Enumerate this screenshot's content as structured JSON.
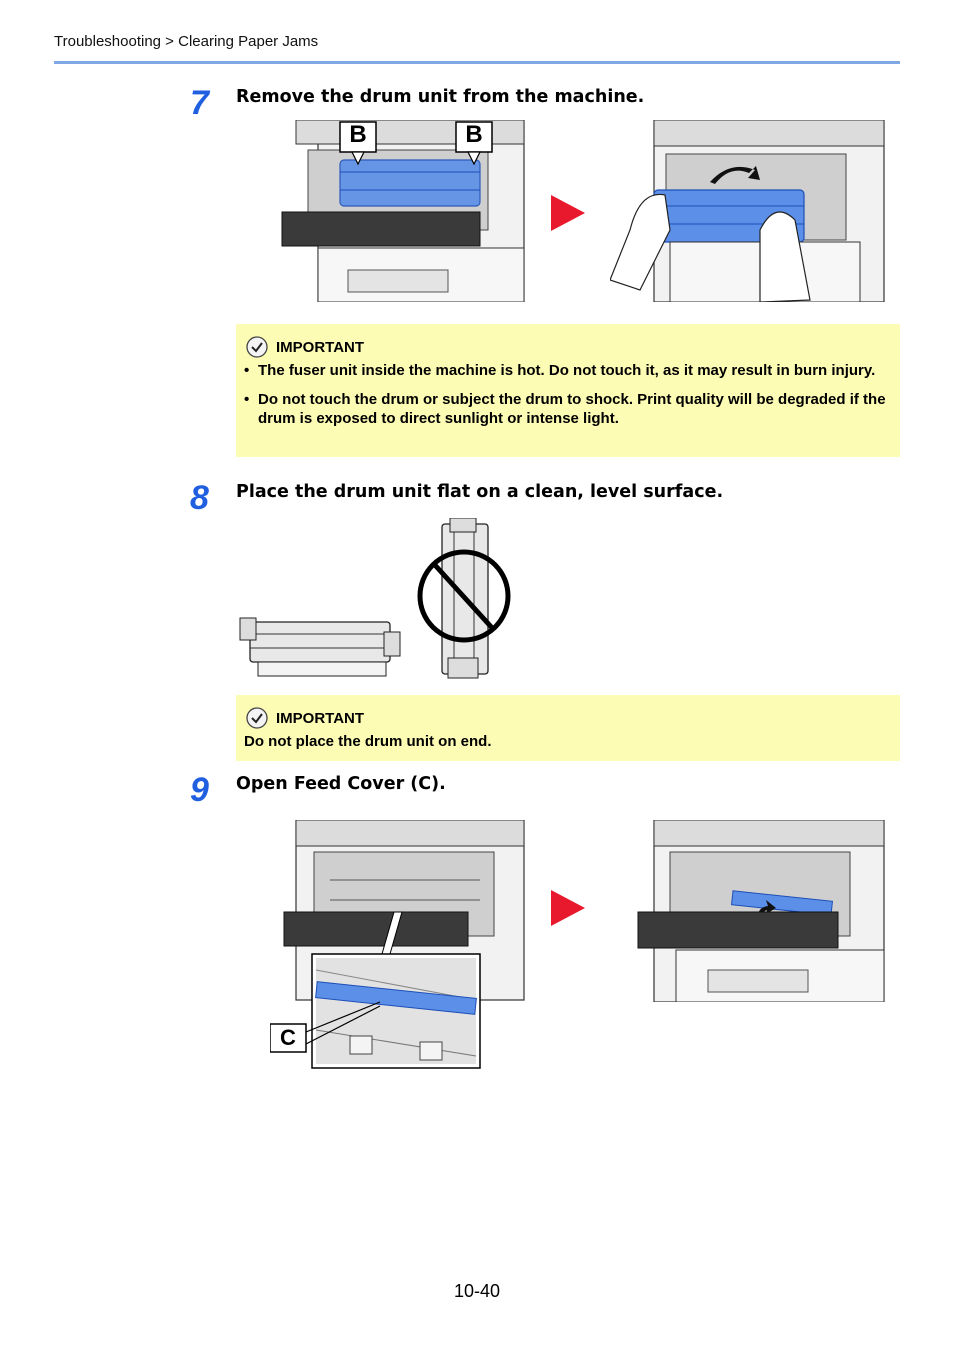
{
  "header": {
    "breadcrumb": "Troubleshooting > Clearing Paper Jams"
  },
  "steps": [
    {
      "number": "7",
      "title": "Remove the drum unit from the machine.",
      "callout_labels": [
        "B",
        "B"
      ]
    },
    {
      "number": "8",
      "title": "Place the drum unit flat on a clean, level surface."
    },
    {
      "number": "9",
      "title": "Open Feed Cover (C).",
      "callout_labels": [
        "C"
      ]
    }
  ],
  "important_1": {
    "label": "IMPORTANT",
    "items": [
      "The fuser unit inside the machine is hot. Do not touch it, as it may result in burn injury.",
      "Do not touch the drum or subject the drum to shock. Print quality will be degraded if the drum is exposed to direct sunlight or intense light."
    ]
  },
  "important_2": {
    "label": "IMPORTANT",
    "text": "Do not place the drum unit on end."
  },
  "footer": {
    "page_number": "10-40"
  },
  "colors": {
    "accent_blue": "#1f5fe0",
    "highlight_blue": "#5b8fe8",
    "arrow_red": "#e8192c",
    "important_bg": "#fdfcb4",
    "header_rule": "#7fa7e6"
  }
}
